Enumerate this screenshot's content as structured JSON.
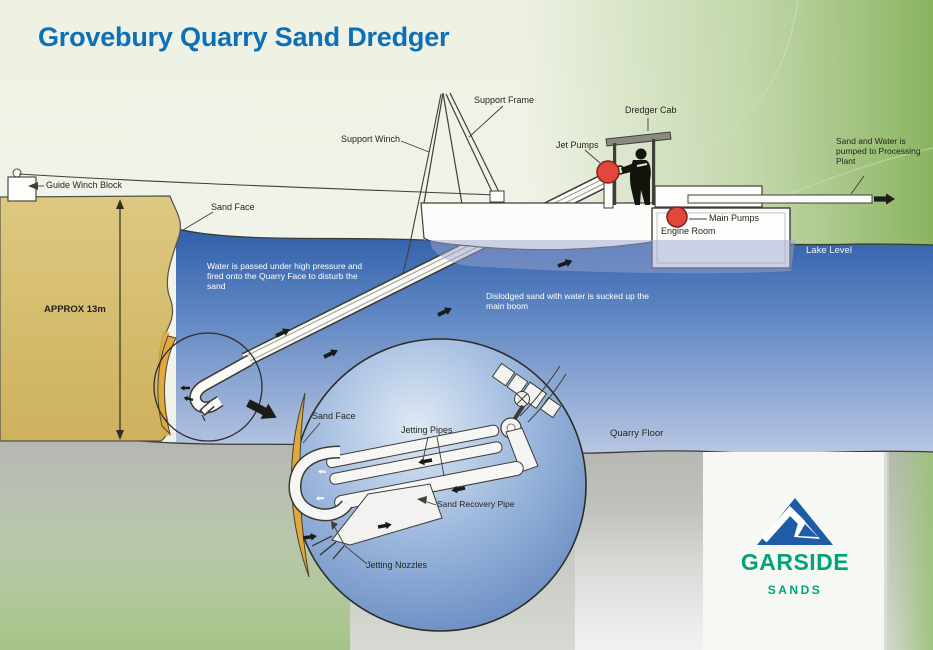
{
  "title": "Grovebury Quarry Sand Dredger",
  "labels": {
    "guide_winch_block": "Guide Winch Block",
    "sand_face": "Sand Face",
    "approx_depth": "APPROX 13m",
    "support_winch": "Support Winch",
    "support_frame": "Support Frame",
    "jet_pumps": "Jet Pumps",
    "dredger_cab": "Dredger Cab",
    "main_pumps": "Main Pumps",
    "engine_room": "Engine Room",
    "processing_note": "Sand and Water is pumped to Processing Plant",
    "lake_level": "Lake Level",
    "quarry_floor": "Quarry Floor"
  },
  "notes": {
    "jetting": "Water is passed under high pressure and fired onto the Quarry Face to disturb the sand",
    "suction": "Dislodged sand with water is sucked up the main boom"
  },
  "inset": {
    "sand_face": "Sand Face",
    "jetting_pipes": "Jetting Pipes",
    "sand_recovery_pipe": "Sand Recovery Pipe",
    "jetting_nozzles": "Jetting Nozzles"
  },
  "logo": {
    "name": "GARSIDE",
    "division": "SANDS"
  },
  "colors": {
    "title_blue": "#0c70b8",
    "water_top": "#2f5fa9",
    "water_bottom": "#b9c7e2",
    "sand": "#d9c479",
    "sand_gold": "#e2a83e",
    "pump_red": "#e2463c",
    "logo_green": "#00a478",
    "logo_blue": "#1e5ca6",
    "background_green": "#9ec37c",
    "quarry_floor_grey": "#b7bab4"
  }
}
